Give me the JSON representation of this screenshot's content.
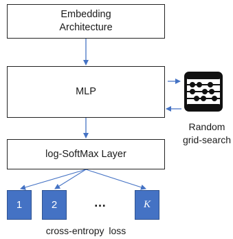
{
  "boxes": {
    "embedding_line1": "Embedding",
    "embedding_line2": "Architecture",
    "mlp": "MLP",
    "softmax": "log-SoftMax Layer"
  },
  "classes": {
    "first": "1",
    "second": "2",
    "ellipsis": "…",
    "last": "K"
  },
  "loss_label": "cross-entropy  loss",
  "search": {
    "line1": "Random",
    "line2": "grid-search",
    "icon": "abacus-icon"
  },
  "colors": {
    "accent": "#4472c4",
    "arrow": "#4472c4",
    "border": "#222222"
  }
}
